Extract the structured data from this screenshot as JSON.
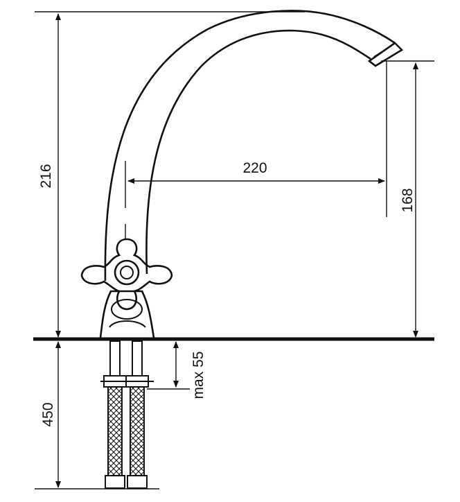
{
  "dimensions": {
    "total_height": "216",
    "spout_reach": "220",
    "spout_clearance": "168",
    "hose_length": "450",
    "max_deck_thickness": "max 55"
  },
  "colors": {
    "line": "#111111",
    "background": "#ffffff",
    "countertop": "#111111"
  }
}
